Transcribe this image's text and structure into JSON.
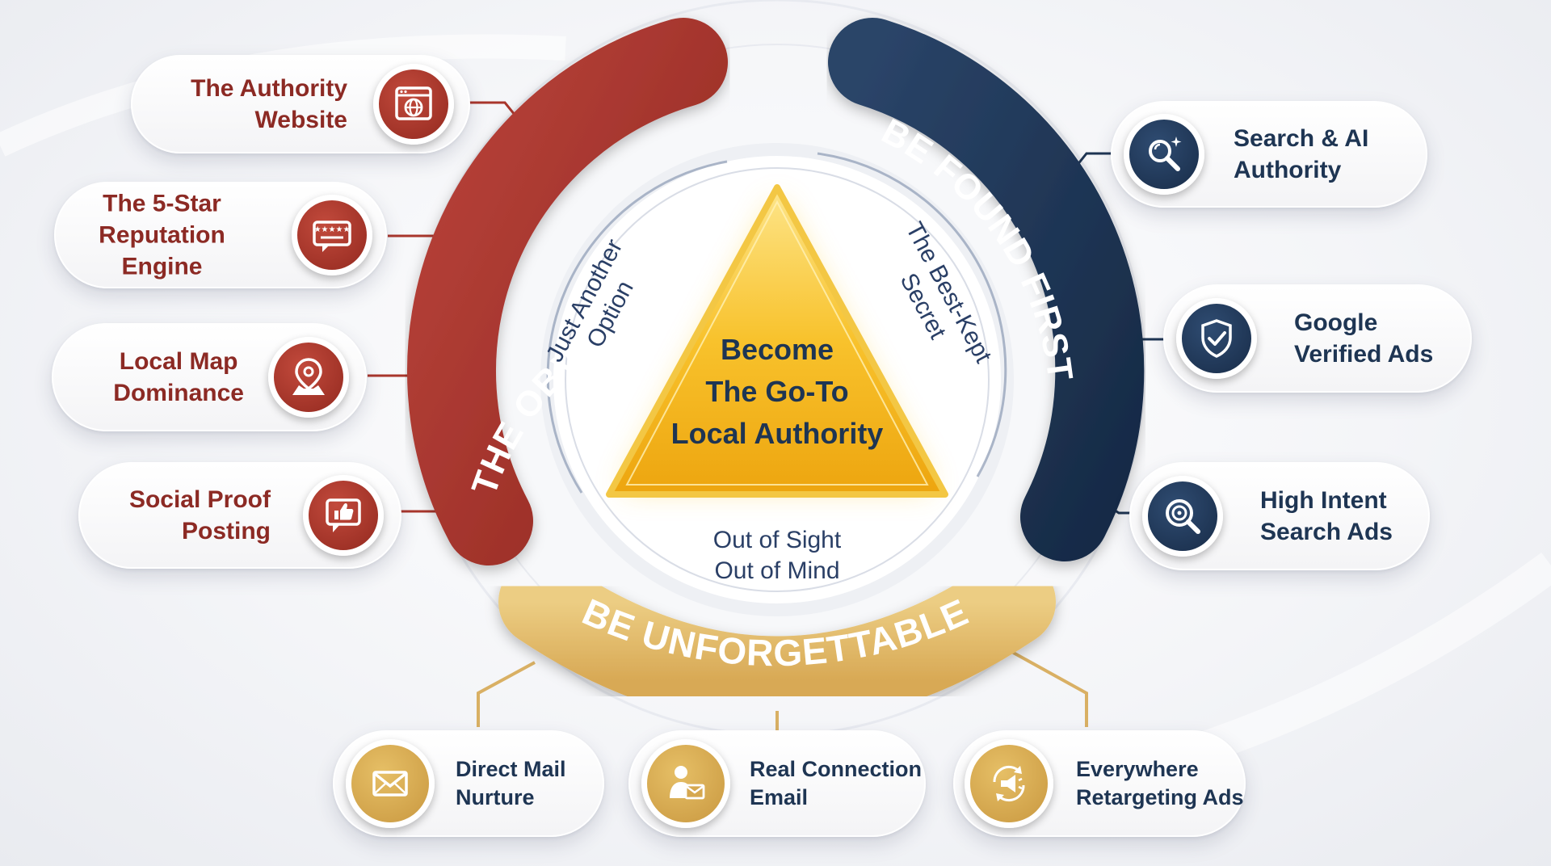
{
  "center": {
    "title_lines": [
      "Become",
      "The Go-To",
      "Local Authority"
    ],
    "inner_left": [
      "Just Another",
      "Option"
    ],
    "inner_right": [
      "The Best-Kept",
      "Secret"
    ],
    "inner_bottom": [
      "Out of Sight",
      "Out of Mind"
    ]
  },
  "arcs": {
    "left": "BE THE OBVIOUS CHOICE",
    "right": "BE FOUND FIRST",
    "bottom": "BE UNFORGETTABLE"
  },
  "left_items": [
    {
      "label": "The Authority\nWebsite",
      "icon": "website-globe-icon"
    },
    {
      "label": "The 5-Star\nReputation Engine",
      "icon": "star-review-icon"
    },
    {
      "label": "Local Map\nDominance",
      "icon": "map-pin-icon"
    },
    {
      "label": "Social Proof\nPosting",
      "icon": "thumbs-up-icon"
    }
  ],
  "right_items": [
    {
      "label": "Search & AI\nAuthority",
      "icon": "search-sparkle-icon"
    },
    {
      "label": "Google\nVerified Ads",
      "icon": "shield-check-icon"
    },
    {
      "label": "High Intent\nSearch Ads",
      "icon": "target-search-icon"
    }
  ],
  "bottom_items": [
    {
      "label": "Direct Mail\nNurture",
      "icon": "envelope-icon"
    },
    {
      "label": "Real Connection\nEmail",
      "icon": "person-email-icon"
    },
    {
      "label": "Everywhere\nRetargeting Ads",
      "icon": "megaphone-cycle-icon"
    }
  ],
  "colors": {
    "red": "#a9362c",
    "navy": "#1e3553",
    "gold": "#e2b863",
    "triangle": "#f6b81c",
    "text_dark": "#1e3553"
  }
}
